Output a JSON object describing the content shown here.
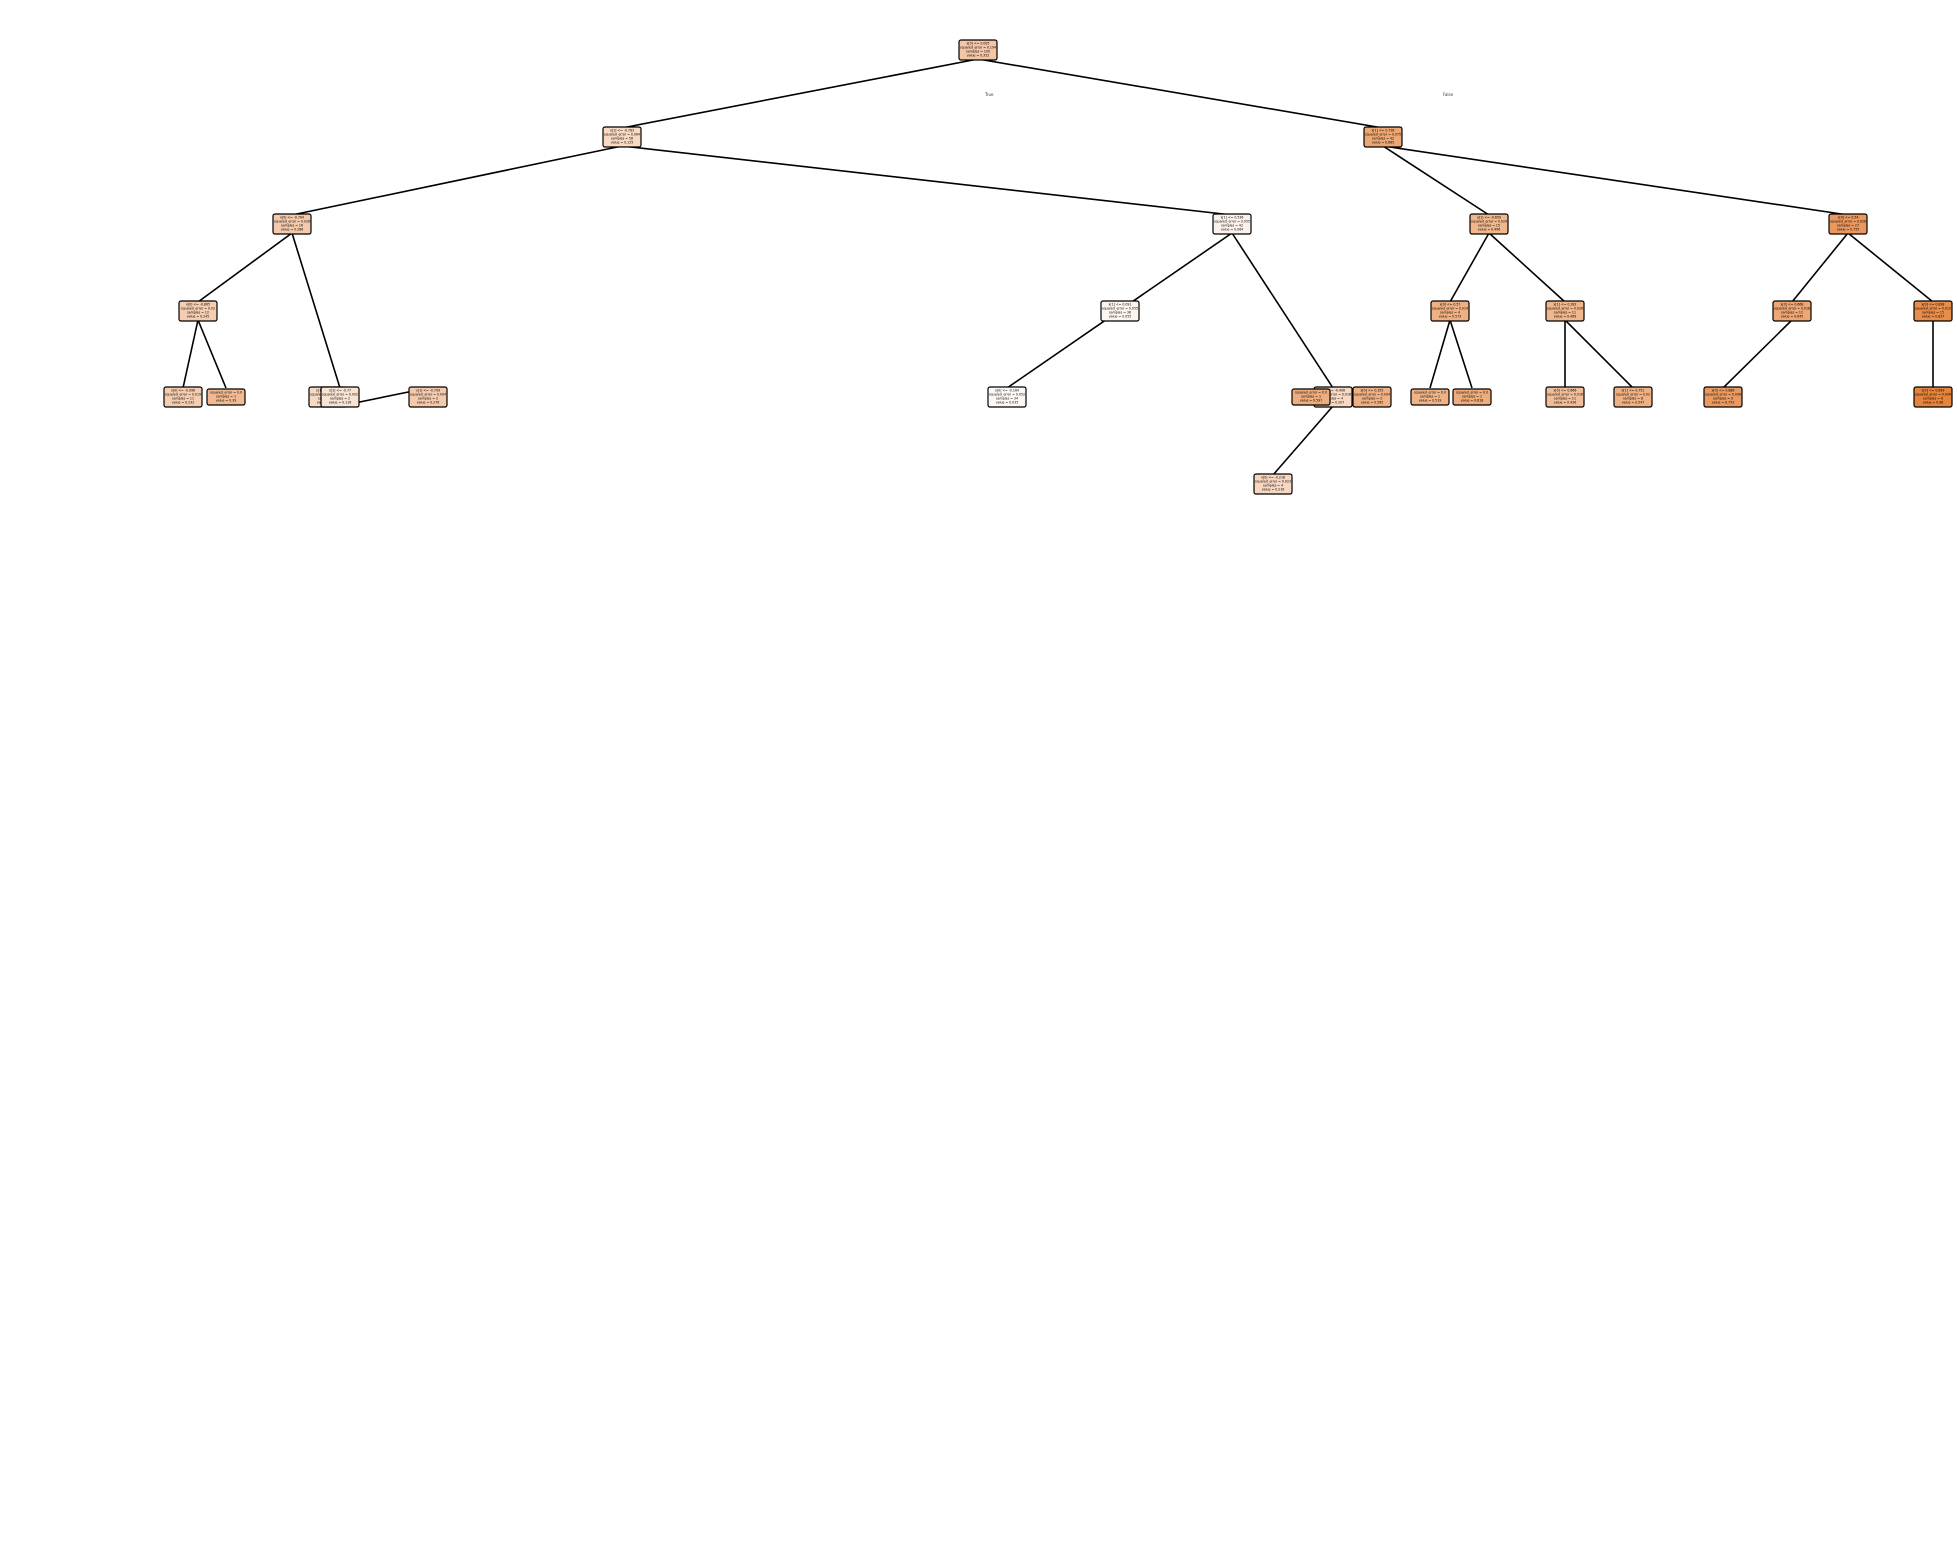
{
  "tree": {
    "root_edge_labels": [
      "True",
      "False"
    ],
    "node_color_low": "#ffffff",
    "node_color_high": "#e58139",
    "nodes": [
      {
        "id": "n0",
        "split": "x[0] <= 0.005",
        "mse": "squared_error = 0.194",
        "samples": "samples = 100",
        "value": "value = 0.352",
        "shade": 0.45
      },
      {
        "id": "n1",
        "split": "x[1] <= -0.783",
        "mse": "squared_error = 0.064",
        "samples": "samples = 58",
        "value": "value = 0.125",
        "shade": 0.3
      },
      {
        "id": "n2",
        "split": "x[1] <= 0.738",
        "mse": "squared_error = 0.075",
        "samples": "samples = 42",
        "value": "value = 0.665",
        "shade": 0.7
      },
      {
        "id": "n3",
        "split": "x[0] <= -0.764",
        "mse": "squared_error = 0.028",
        "samples": "samples = 16",
        "value": "value = 0.286",
        "shade": 0.42
      },
      {
        "id": "n4",
        "split": "x[1] <= 0.536",
        "mse": "squared_error = 0.055",
        "samples": "samples = 42",
        "value": "value = 0.064",
        "shade": 0.1
      },
      {
        "id": "n5",
        "split": "x[1] <= -0.659",
        "mse": "squared_error = 0.029",
        "samples": "samples = 15",
        "value": "value = 0.496",
        "shade": 0.58
      },
      {
        "id": "n6",
        "split": "x[0] <= 0.54",
        "mse": "squared_error = 0.026",
        "samples": "samples = 27",
        "value": "value = 0.755",
        "shade": 0.82
      },
      {
        "id": "n7",
        "split": "x[0] <= -0.865",
        "mse": "squared_error = 0.02",
        "samples": "samples = 12",
        "value": "value = 0.245",
        "shade": 0.4
      },
      {
        "id": "n8",
        "split": "x[1] <= -0.916",
        "mse": "squared_error = 0.016",
        "samples": "samples = 4",
        "value": "value = 0.166",
        "shade": 0.3
      },
      {
        "id": "n9",
        "split": "x[1] <= 0.091",
        "mse": "squared_error = 0.055",
        "samples": "samples = 38",
        "value": "value = 0.055",
        "shade": 0.08
      },
      {
        "id": "n10",
        "split": "x[0] <= -0.406",
        "mse": "squared_error = 0.016",
        "samples": "samples = 4",
        "value": "value = 0.207",
        "shade": 0.3
      },
      {
        "id": "n11",
        "split": "x[0] <= 0.57",
        "mse": "squared_error = 0.014",
        "samples": "samples = 4",
        "value": "value = 0.573",
        "shade": 0.62
      },
      {
        "id": "n12",
        "split": "x[1] <= 0.282",
        "mse": "squared_error = 0.026",
        "samples": "samples = 11",
        "value": "value = 0.469",
        "shade": 0.58
      },
      {
        "id": "n13",
        "split": "x[0] <= 0.668",
        "mse": "squared_error = 0.018",
        "samples": "samples = 12",
        "value": "value = 0.645",
        "shade": 0.7
      },
      {
        "id": "n14",
        "split": "x[0] <= 0.838",
        "mse": "squared_error = 0.012",
        "samples": "samples = 15",
        "value": "value = 0.837",
        "shade": 0.9
      },
      {
        "id": "n15",
        "split": "x[0] <= -0.996",
        "mse": "squared_error = 0.019",
        "samples": "samples = 11",
        "value": "value = 0.232",
        "shade": 0.4
      },
      {
        "id": "n16",
        "split": "",
        "mse": "squared_error = 0.0",
        "samples": "samples = 1",
        "value": "value = 0.39",
        "shade": 0.55
      },
      {
        "id": "n17",
        "split": "x[1] <= -0.77",
        "mse": "squared_error = 0.002",
        "samples": "samples = 2",
        "value": "value = 0.116",
        "shade": 0.22
      },
      {
        "id": "n18",
        "split": "x[1] <= -0.799",
        "mse": "squared_error = 0.004",
        "samples": "samples = 2",
        "value": "value = 0.276",
        "shade": 0.42
      },
      {
        "id": "n19",
        "split": "x[0] <= -0.164",
        "mse": "squared_error = 0.052",
        "samples": "samples = 34",
        "value": "value = 0.035",
        "shade": 0.05
      },
      {
        "id": "n20",
        "split": "x[0] <= -0.218",
        "mse": "squared_error = 0.023",
        "samples": "samples = 4",
        "value": "value = 0.216",
        "shade": 0.32
      },
      {
        "id": "n21",
        "split": "",
        "mse": "squared_error = 0.0",
        "samples": "samples = 1",
        "value": "value = 0.597",
        "shade": 0.65
      },
      {
        "id": "n22",
        "split": "x[0] <= 0.355",
        "mse": "squared_error = 0.004",
        "samples": "samples = 3",
        "value": "value = 0.565",
        "shade": 0.62
      },
      {
        "id": "n23",
        "split": "",
        "mse": "squared_error = 0.0",
        "samples": "samples = 1",
        "value": "value = 0.519",
        "shade": 0.6
      },
      {
        "id": "n24",
        "split": "",
        "mse": "squared_error = 0.0",
        "samples": "samples = 1",
        "value": "value = 0.618",
        "shade": 0.66
      },
      {
        "id": "n25",
        "split": "x[0] <= 0.666",
        "mse": "squared_error = 0.016",
        "samples": "samples = 11",
        "value": "value = 0.426",
        "shade": 0.52
      },
      {
        "id": "n26",
        "split": "x[1] <= 0.751",
        "mse": "squared_error = 0.02",
        "samples": "samples = 8",
        "value": "value = 0.547",
        "shade": 0.62
      },
      {
        "id": "n27",
        "split": "x[0] <= 0.886",
        "mse": "squared_error = 0.006",
        "samples": "samples = 9",
        "value": "value = 0.753",
        "shade": 0.8
      },
      {
        "id": "n28",
        "split": "x[0] <= 0.699",
        "mse": "squared_error = 0.006",
        "samples": "samples = 6",
        "value": "value = 0.96",
        "shade": 0.98
      }
    ]
  }
}
